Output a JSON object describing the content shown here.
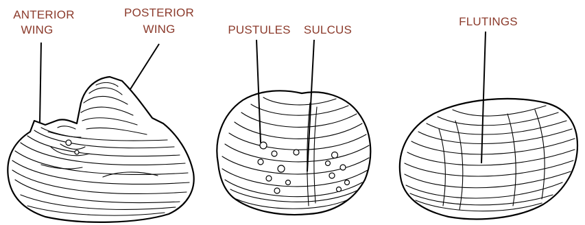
{
  "labels": {
    "anterior_wing_line1": "ANTERIOR",
    "anterior_wing_line2": "WING",
    "posterior_wing_line1": "POSTERIOR",
    "posterior_wing_line2": "WING",
    "pustules": "PUSTULES",
    "sulcus": "SULCUS",
    "flutings": "FLUTINGS"
  },
  "colors": {
    "label_text": "#8b3a2b",
    "line_art": "#000000",
    "background": "#ffffff"
  }
}
